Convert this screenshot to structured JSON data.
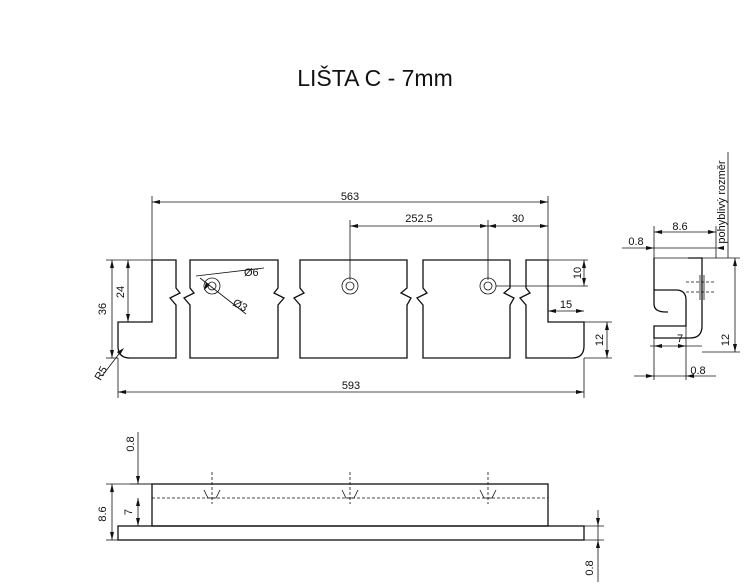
{
  "title": "LIŠTA C - 7mm",
  "dimensions": {
    "top_length": "563",
    "hole_spacing": "252.5",
    "hole_edge_offset": "30",
    "hole_dia_outer": "Ø6",
    "hole_dia_inner": "Ø3",
    "hole_height": "10",
    "notch_width": "15",
    "bottom_flange_height": "12",
    "overall_height": "36",
    "inner_height": "24",
    "corner_radius": "R5",
    "overall_length": "593",
    "side_width": "8.6",
    "side_thickness_top": "0.8",
    "side_note": "pohyblivý rozměr",
    "side_height": "12",
    "side_inner_width": "7",
    "side_thickness_bottom": "0.8",
    "bottom_top_gap": "0.8",
    "bottom_total_height": "8.6",
    "bottom_inner_height": "7",
    "bottom_lip": "0.8"
  }
}
